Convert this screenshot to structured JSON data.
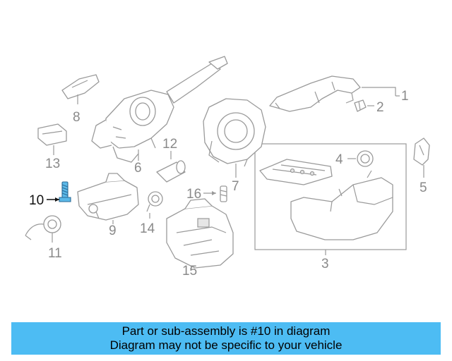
{
  "diagram": {
    "callouts": [
      "1",
      "2",
      "3",
      "4",
      "5",
      "6",
      "7",
      "8",
      "9",
      "10",
      "11",
      "12",
      "13",
      "14",
      "15",
      "16"
    ],
    "highlighted_part": "10",
    "colors": {
      "highlight": "#5bb8e8",
      "line_art": "#9a9a9a",
      "caption_bg": "#4dbcf3"
    }
  },
  "caption": {
    "line1": "Part or sub-assembly is #10 in diagram",
    "line2": "Diagram may not be specific to your vehicle"
  }
}
